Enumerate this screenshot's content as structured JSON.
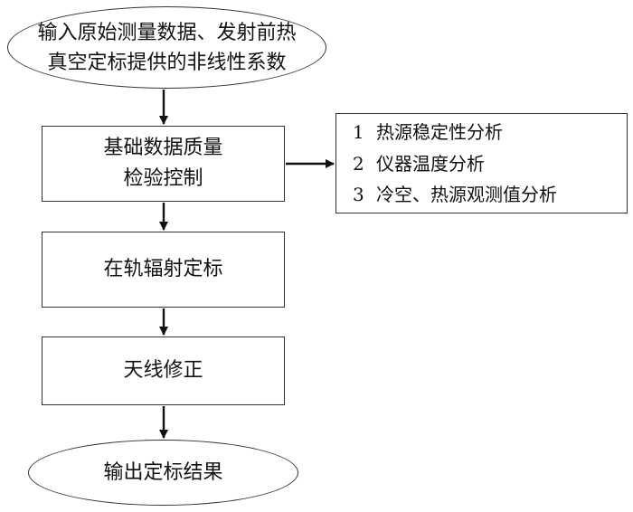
{
  "start": {
    "line1": "输入原始测量数据、发射前热",
    "line2": "真空定标提供的非线性系数"
  },
  "quality_check": {
    "line1": "基础数据质量",
    "line2": "检验控制"
  },
  "calibration": {
    "label": "在轨辐射定标"
  },
  "antenna": {
    "label": "天线修正"
  },
  "end": {
    "label": "输出定标结果"
  },
  "analysis_list": [
    {
      "num": "1",
      "text": "热源稳定性分析"
    },
    {
      "num": "2",
      "text": "仪器温度分析"
    },
    {
      "num": "3",
      "text": "冷空、热源观测值分析"
    }
  ]
}
